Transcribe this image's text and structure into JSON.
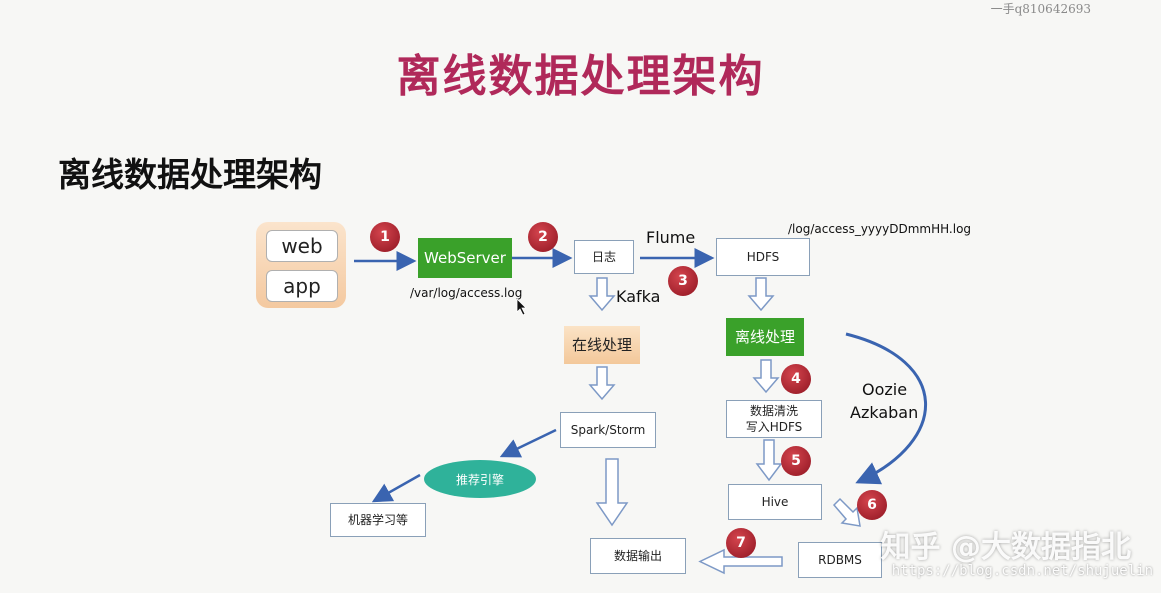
{
  "watermark_top": "一手q810642693",
  "main_title": "离线数据处理架构",
  "sub_title": "离线数据处理架构",
  "client": {
    "web": "web",
    "app": "app"
  },
  "nodes": {
    "webserver": "WebServer",
    "log": "日志",
    "hdfs": "HDFS",
    "online": "在线处理",
    "offline": "离线处理",
    "spark_storm": "Spark/Storm",
    "clean_line1": "数据清洗",
    "clean_line2": "写入HDFS",
    "hive": "Hive",
    "recommend": "推荐引擎",
    "ml": "机器学习等",
    "output": "数据输出",
    "rdbms": "RDBMS"
  },
  "labels": {
    "var_log": "/var/log/access.log",
    "hdfs_path": "/log/access_yyyyDDmmHH.log",
    "flume": "Flume",
    "kafka": "Kafka",
    "oozie": "Oozie",
    "azkaban": "Azkaban"
  },
  "badges": [
    "1",
    "2",
    "3",
    "4",
    "5",
    "6",
    "7"
  ],
  "watermarks": {
    "zhihu": "知乎 @大数据指北",
    "csdn": "https://blog.csdn.net/shujuelin"
  },
  "colors": {
    "title": "#b0295a",
    "green": "#3aa12a",
    "badge": "#a61c2a",
    "arrow": "#3a64b0"
  }
}
